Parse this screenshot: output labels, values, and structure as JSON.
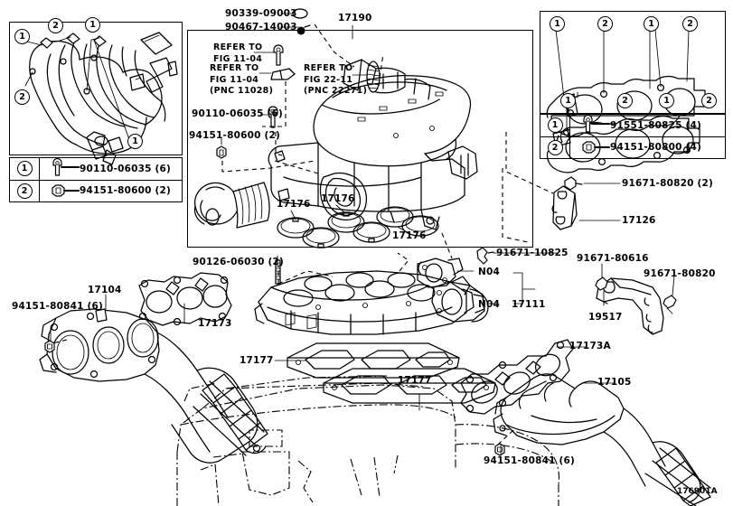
{
  "diagram": {
    "id": "176901A",
    "title": "Toyota Intake & Exhaust Manifold Parts Diagram"
  },
  "top_left_inset": {
    "callouts": [
      {
        "n": "1"
      },
      {
        "n": "2"
      },
      {
        "n": "1"
      },
      {
        "n": "2"
      },
      {
        "n": "1"
      }
    ],
    "legend": [
      {
        "num": "1",
        "part": "90110-06035 (6)",
        "icon": "bolt-icon"
      },
      {
        "num": "2",
        "part": "94151-80600 (2)",
        "icon": "stud-nut-icon"
      }
    ]
  },
  "top_right_inset": {
    "callouts": [
      {
        "n": "1"
      },
      {
        "n": "2"
      },
      {
        "n": "1"
      },
      {
        "n": "2"
      },
      {
        "n": "1"
      },
      {
        "n": "2"
      },
      {
        "n": "1"
      },
      {
        "n": "2"
      }
    ],
    "legend": [
      {
        "num": "1",
        "part": "91551-80825 (4)",
        "icon": "bolt-icon"
      },
      {
        "num": "2",
        "part": "94151-80800 (4)",
        "icon": "stud-nut-icon"
      }
    ]
  },
  "main_panel": {
    "refs": [
      {
        "line1": "REFER TO",
        "line2": "FIG 11-04",
        "line3": ""
      },
      {
        "line1": "REFER TO",
        "line2": "FIG 11-04",
        "line3": "(PNC 11028)"
      },
      {
        "line1": "REFER TO",
        "line2": "FIG 22-11",
        "line3": "(PNC 22271)"
      }
    ],
    "labels": [
      {
        "text": "90339-09003",
        "name": "part-90339-09003"
      },
      {
        "text": "90467-14003",
        "name": "part-90467-14003"
      },
      {
        "text": "17190",
        "name": "part-17190"
      },
      {
        "text": "90110-06035 (6)",
        "name": "part-90110-06035"
      },
      {
        "text": "94151-80600 (2)",
        "name": "part-94151-80600"
      },
      {
        "text": "17176",
        "name": "part-17176-a"
      },
      {
        "text": "17176",
        "name": "part-17176-b"
      },
      {
        "text": "17176",
        "name": "part-17176-c"
      }
    ]
  },
  "right_column": {
    "labels": [
      {
        "text": "91671-80820 (2)",
        "name": "part-91671-80820-2"
      },
      {
        "text": "17126",
        "name": "part-17126"
      },
      {
        "text": "91671-80616",
        "name": "part-91671-80616"
      },
      {
        "text": "91671-80820",
        "name": "part-91671-80820"
      },
      {
        "text": "19517",
        "name": "part-19517"
      }
    ]
  },
  "center_lower": {
    "labels": [
      {
        "text": "90126-06030 (2)",
        "name": "part-90126-06030"
      },
      {
        "text": "91671-10825",
        "name": "part-91671-10825"
      },
      {
        "text": "N04",
        "name": "marker-n04-a"
      },
      {
        "text": "N04",
        "name": "marker-n04-b"
      },
      {
        "text": "17111",
        "name": "part-17111"
      },
      {
        "text": "17177",
        "name": "part-17177-a"
      },
      {
        "text": "17177",
        "name": "part-17177-b"
      },
      {
        "text": "17173",
        "name": "part-17173"
      }
    ]
  },
  "bottom_left": {
    "labels": [
      {
        "text": "94151-80841 (6)",
        "name": "part-94151-80841-left"
      },
      {
        "text": "17104",
        "name": "part-17104"
      }
    ]
  },
  "bottom_right": {
    "labels": [
      {
        "text": "17173A",
        "name": "part-17173a"
      },
      {
        "text": "17105",
        "name": "part-17105"
      },
      {
        "text": "94151-80841 (6)",
        "name": "part-94151-80841-right"
      }
    ]
  }
}
